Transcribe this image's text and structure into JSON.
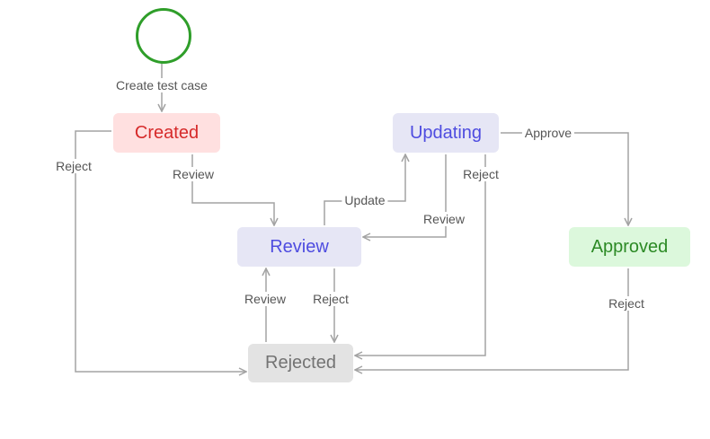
{
  "colors": {
    "edge": "#a3a3a3",
    "start_ring": "#2f9e2a",
    "created_bg": "#ffe0e0",
    "created_text": "#d62a2a",
    "updating_bg": "#e6e6f5",
    "updating_text": "#4e4ce0",
    "review_bg": "#e6e6f5",
    "review_text": "#4e4ce0",
    "approved_bg": "#dcf8dc",
    "approved_text": "#2c8a25",
    "rejected_bg": "#e3e3e3",
    "rejected_text": "#737373"
  },
  "nodes": {
    "created": "Created",
    "updating": "Updating",
    "review": "Review",
    "approved": "Approved",
    "rejected": "Rejected"
  },
  "edges": {
    "create_test_case": "Create test case",
    "created_review": "Review",
    "created_reject": "Reject",
    "review_update": "Update",
    "updating_review": "Review",
    "updating_reject": "Reject",
    "updating_approve": "Approve",
    "rejected_review": "Review",
    "review_reject": "Reject",
    "approved_reject": "Reject"
  }
}
